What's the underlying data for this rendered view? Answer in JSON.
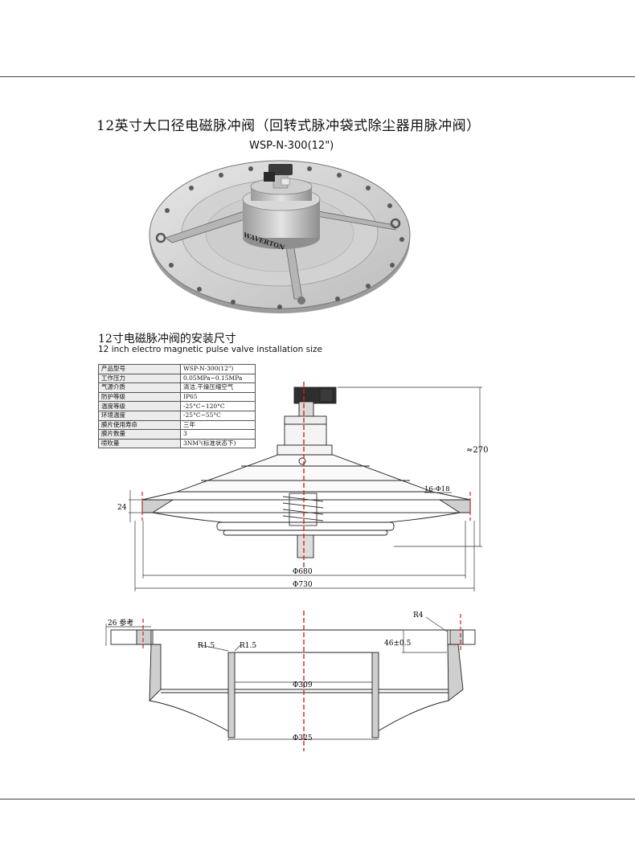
{
  "header": {
    "title": "12英寸大口径电磁脉冲阀（回转式脉冲袋式除尘器用脉冲阀）",
    "model": "WSP-N-300(12\")",
    "brand": "WAVERTON"
  },
  "section": {
    "title_cn": "12寸电磁脉冲阀的安装尺寸",
    "title_en": "12 inch electro magnetic pulse valve installation size"
  },
  "spec_table": [
    {
      "key": "产品型号",
      "value": "WSP-N-300(12\")"
    },
    {
      "key": "工作压力",
      "value": "0.05MPa~0.15MPa"
    },
    {
      "key": "气源介质",
      "value": "清洁,干燥压缩空气"
    },
    {
      "key": "防护等级",
      "value": "IP65"
    },
    {
      "key": "温度等级",
      "value": "-25°C~120°C"
    },
    {
      "key": "环境温度",
      "value": "-25°C~55°C"
    },
    {
      "key": "膜片使用寿命",
      "value": "三年"
    },
    {
      "key": "膜片数量",
      "value": "3"
    },
    {
      "key": "喷吹量",
      "value": "3NM³(标准状态下)"
    }
  ],
  "dimensions": {
    "height": "≈270",
    "holes": "16-Φ18",
    "flange_thickness": "24",
    "d680": "Φ680",
    "d730": "Φ730",
    "ref26": "26 参考",
    "r4": "R4",
    "r15_left": "R1.5",
    "r15_right": "R1.5",
    "h46": "46±0.5",
    "d309": "Φ309",
    "d325": "Φ325"
  },
  "colors": {
    "centerline": "#d42020",
    "drawing": "#222222",
    "metal": "#c8c8c8"
  }
}
